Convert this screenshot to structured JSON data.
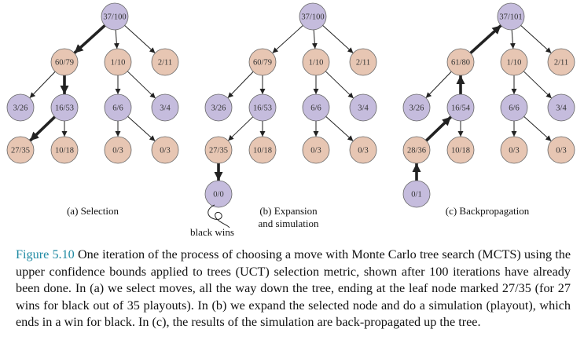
{
  "colors": {
    "purple_node": "#c5bcdd",
    "tan_node": "#e7c6b3",
    "edge": "#222222",
    "caption_label": "#1f8aa3"
  },
  "panels": [
    {
      "id": "a",
      "caption_lines": [
        "(a) Selection"
      ],
      "nodes": [
        {
          "id": "root",
          "label": "37/100",
          "color": "purple"
        },
        {
          "id": "n1",
          "label": "60/79",
          "color": "tan"
        },
        {
          "id": "n2",
          "label": "1/10",
          "color": "tan"
        },
        {
          "id": "n3",
          "label": "2/11",
          "color": "tan"
        },
        {
          "id": "n4",
          "label": "3/26",
          "color": "purple"
        },
        {
          "id": "n5",
          "label": "16/53",
          "color": "purple"
        },
        {
          "id": "n6",
          "label": "6/6",
          "color": "purple"
        },
        {
          "id": "n7",
          "label": "3/4",
          "color": "purple"
        },
        {
          "id": "n8",
          "label": "27/35",
          "color": "tan"
        },
        {
          "id": "n9",
          "label": "10/18",
          "color": "tan"
        },
        {
          "id": "n10",
          "label": "0/3",
          "color": "tan"
        },
        {
          "id": "n11",
          "label": "0/3",
          "color": "tan"
        }
      ],
      "edges": [
        {
          "from": "root",
          "to": "n1",
          "bold": true
        },
        {
          "from": "root",
          "to": "n2",
          "bold": false
        },
        {
          "from": "root",
          "to": "n3",
          "bold": false
        },
        {
          "from": "n1",
          "to": "n4",
          "bold": false
        },
        {
          "from": "n1",
          "to": "n5",
          "bold": true
        },
        {
          "from": "n2",
          "to": "n6",
          "bold": false
        },
        {
          "from": "n2",
          "to": "n7",
          "bold": false
        },
        {
          "from": "n5",
          "to": "n8",
          "bold": true
        },
        {
          "from": "n5",
          "to": "n9",
          "bold": false
        },
        {
          "from": "n6",
          "to": "n10",
          "bold": false
        },
        {
          "from": "n6",
          "to": "n11",
          "bold": false
        }
      ]
    },
    {
      "id": "b",
      "caption_lines": [
        "(b) Expansion",
        "and simulation"
      ],
      "note": "black wins",
      "nodes": [
        {
          "id": "root",
          "label": "37/100",
          "color": "purple"
        },
        {
          "id": "n1",
          "label": "60/79",
          "color": "tan"
        },
        {
          "id": "n2",
          "label": "1/10",
          "color": "tan"
        },
        {
          "id": "n3",
          "label": "2/11",
          "color": "tan"
        },
        {
          "id": "n4",
          "label": "3/26",
          "color": "purple"
        },
        {
          "id": "n5",
          "label": "16/53",
          "color": "purple"
        },
        {
          "id": "n6",
          "label": "6/6",
          "color": "purple"
        },
        {
          "id": "n7",
          "label": "3/4",
          "color": "purple"
        },
        {
          "id": "n8",
          "label": "27/35",
          "color": "tan"
        },
        {
          "id": "n9",
          "label": "10/18",
          "color": "tan"
        },
        {
          "id": "n10",
          "label": "0/3",
          "color": "tan"
        },
        {
          "id": "n11",
          "label": "0/3",
          "color": "tan"
        },
        {
          "id": "n12",
          "label": "0/0",
          "color": "purple"
        }
      ],
      "edges": [
        {
          "from": "root",
          "to": "n1",
          "bold": false
        },
        {
          "from": "root",
          "to": "n2",
          "bold": false
        },
        {
          "from": "root",
          "to": "n3",
          "bold": false
        },
        {
          "from": "n1",
          "to": "n4",
          "bold": false
        },
        {
          "from": "n1",
          "to": "n5",
          "bold": false
        },
        {
          "from": "n2",
          "to": "n6",
          "bold": false
        },
        {
          "from": "n2",
          "to": "n7",
          "bold": false
        },
        {
          "from": "n5",
          "to": "n8",
          "bold": false
        },
        {
          "from": "n5",
          "to": "n9",
          "bold": false
        },
        {
          "from": "n6",
          "to": "n10",
          "bold": false
        },
        {
          "from": "n6",
          "to": "n11",
          "bold": false
        },
        {
          "from": "n8",
          "to": "n12",
          "bold": true
        }
      ]
    },
    {
      "id": "c",
      "caption_lines": [
        "(c) Backpropagation"
      ],
      "nodes": [
        {
          "id": "root",
          "label": "37/101",
          "color": "purple"
        },
        {
          "id": "n1",
          "label": "61/80",
          "color": "tan"
        },
        {
          "id": "n2",
          "label": "1/10",
          "color": "tan"
        },
        {
          "id": "n3",
          "label": "2/11",
          "color": "tan"
        },
        {
          "id": "n4",
          "label": "3/26",
          "color": "purple"
        },
        {
          "id": "n5",
          "label": "16/54",
          "color": "purple"
        },
        {
          "id": "n6",
          "label": "6/6",
          "color": "purple"
        },
        {
          "id": "n7",
          "label": "3/4",
          "color": "purple"
        },
        {
          "id": "n8",
          "label": "28/36",
          "color": "tan"
        },
        {
          "id": "n9",
          "label": "10/18",
          "color": "tan"
        },
        {
          "id": "n10",
          "label": "0/3",
          "color": "tan"
        },
        {
          "id": "n11",
          "label": "0/3",
          "color": "tan"
        },
        {
          "id": "n12",
          "label": "0/1",
          "color": "purple"
        }
      ],
      "edges": [
        {
          "from": "n1",
          "to": "root",
          "bold": true
        },
        {
          "from": "root",
          "to": "n2",
          "bold": false
        },
        {
          "from": "root",
          "to": "n3",
          "bold": false
        },
        {
          "from": "n1",
          "to": "n4",
          "bold": false
        },
        {
          "from": "n5",
          "to": "n1",
          "bold": true
        },
        {
          "from": "n2",
          "to": "n6",
          "bold": false
        },
        {
          "from": "n2",
          "to": "n7",
          "bold": false
        },
        {
          "from": "n8",
          "to": "n5",
          "bold": true
        },
        {
          "from": "n5",
          "to": "n9",
          "bold": false
        },
        {
          "from": "n6",
          "to": "n10",
          "bold": false
        },
        {
          "from": "n6",
          "to": "n11",
          "bold": false
        },
        {
          "from": "n12",
          "to": "n8",
          "bold": true
        }
      ]
    }
  ],
  "caption": {
    "label": "Figure 5.10",
    "text": "One iteration of the process of choosing a move with Monte Carlo tree search (MCTS) using the upper confidence bounds applied to trees (UCT) selection metric, shown after 100 iterations have already been done. In (a) we select moves, all the way down the tree, ending at the leaf node marked 27/35 (for 27 wins for black out of 35 playouts). In (b) we expand the selected node and do a simulation (playout), which ends in a win for black. In (c), the results of the simulation are back-propagated up the tree."
  }
}
